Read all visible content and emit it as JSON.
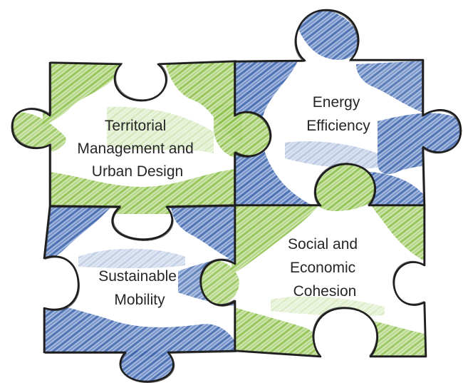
{
  "pieces": {
    "top_left": {
      "lines": [
        "Territorial",
        "Management and",
        "Urban Design"
      ],
      "shade_colors": [
        "#8cc04b",
        "#b6d88a"
      ]
    },
    "top_right": {
      "lines": [
        "Energy",
        "Efficiency"
      ],
      "shade_colors": [
        "#3f67ad",
        "#7d9ad0"
      ]
    },
    "bottom_left": {
      "lines": [
        "Sustainable",
        "Mobility"
      ],
      "shade_colors": [
        "#3f67ad",
        "#7d9ad0"
      ]
    },
    "bottom_right": {
      "lines": [
        "Social and",
        "Economic",
        "Cohesion"
      ],
      "shade_colors": [
        "#8cc04b",
        "#b6d88a"
      ]
    }
  },
  "colors": {
    "green": "#8cc04b",
    "blue": "#3f67ad",
    "outline": "#1c1c1c",
    "background": "#ffffff"
  }
}
